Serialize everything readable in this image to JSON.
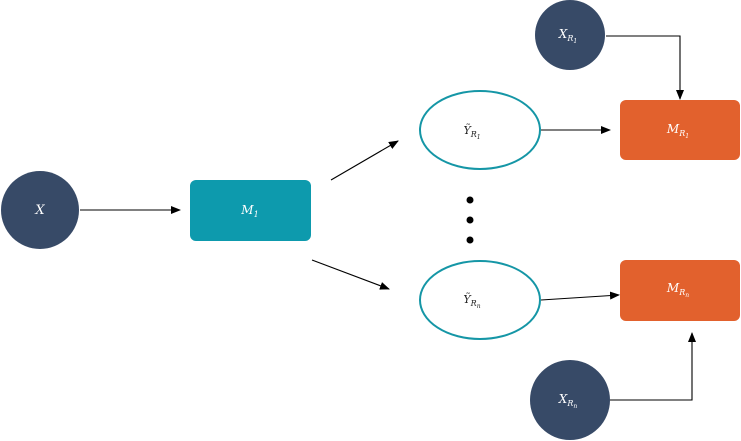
{
  "colors": {
    "dark_node": "#374a67",
    "teal": "#0d9aad",
    "orange": "#e2612d",
    "ellipse_stroke": "#1596a6",
    "edge": "#000000",
    "dot": "#000000"
  },
  "nodes": {
    "x": {
      "base": "X",
      "sub": ""
    },
    "m1": {
      "base": "M",
      "sub": "1"
    },
    "y_r1": {
      "base": "Ỹ",
      "sub": "R",
      "subsub": "1"
    },
    "y_rn": {
      "base": "Ỹ",
      "sub": "R",
      "subsub": "n"
    },
    "m_r1": {
      "base": "M",
      "sub": "R",
      "subsub": "1"
    },
    "m_rn": {
      "base": "M",
      "sub": "R",
      "subsub": "n"
    },
    "x_r1": {
      "base": "X",
      "sub": "R",
      "subsub": "1"
    },
    "x_rn": {
      "base": "X",
      "sub": "R",
      "subsub": "n"
    }
  },
  "ellipsis": {
    "count": 3
  }
}
